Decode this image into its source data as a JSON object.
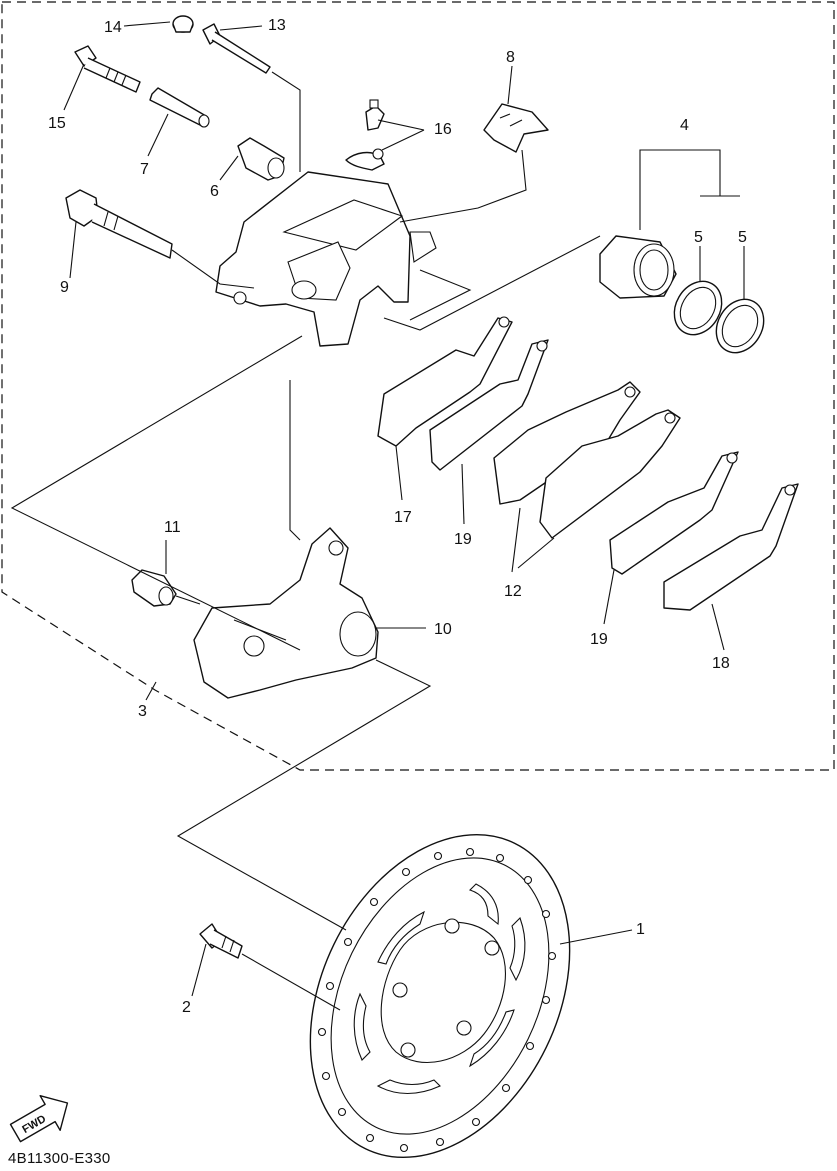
{
  "diagram_code": "4B11300-E330",
  "fwd_label": "FWD",
  "callouts": {
    "c1": "1",
    "c2": "2",
    "c3": "3",
    "c4": "4",
    "c5a": "5",
    "c5b": "5",
    "c6": "6",
    "c7": "7",
    "c8": "8",
    "c9": "9",
    "c10": "10",
    "c11": "11",
    "c12": "12",
    "c13": "13",
    "c14": "14",
    "c15": "15",
    "c16": "16",
    "c17": "17",
    "c18": "18",
    "c19a": "19",
    "c19b": "19"
  }
}
